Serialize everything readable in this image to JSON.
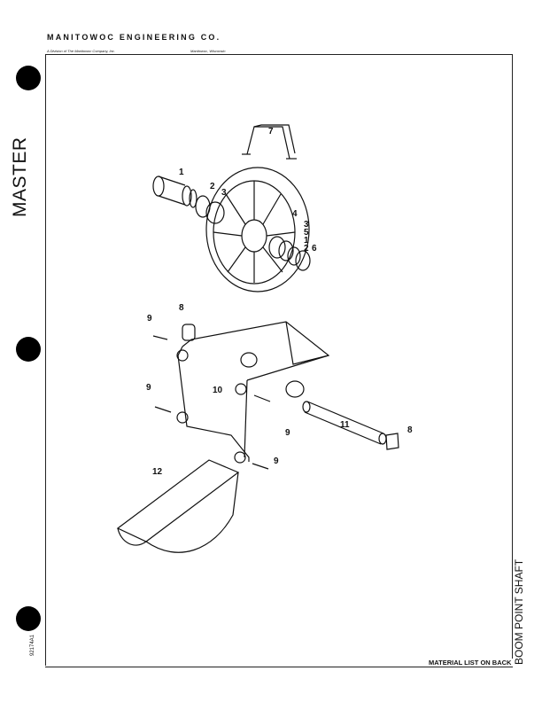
{
  "header": {
    "company": "MANITOWOC ENGINEERING CO.",
    "division": "A Division of The Manitowoc Company, Inc.",
    "location": "Manitowoc, Wisconsin"
  },
  "side_tab": "MASTER",
  "figure_number": "92174A1",
  "side_title": "BOOM POINT SHAFT",
  "footer": {
    "material_note": "MATERIAL LIST ON BACK"
  },
  "callouts": [
    "1",
    "2",
    "3",
    "4",
    "3",
    "5",
    "1",
    "2",
    "6",
    "7",
    "8",
    "9",
    "9",
    "10",
    "9",
    "9",
    "11",
    "8",
    "12"
  ]
}
